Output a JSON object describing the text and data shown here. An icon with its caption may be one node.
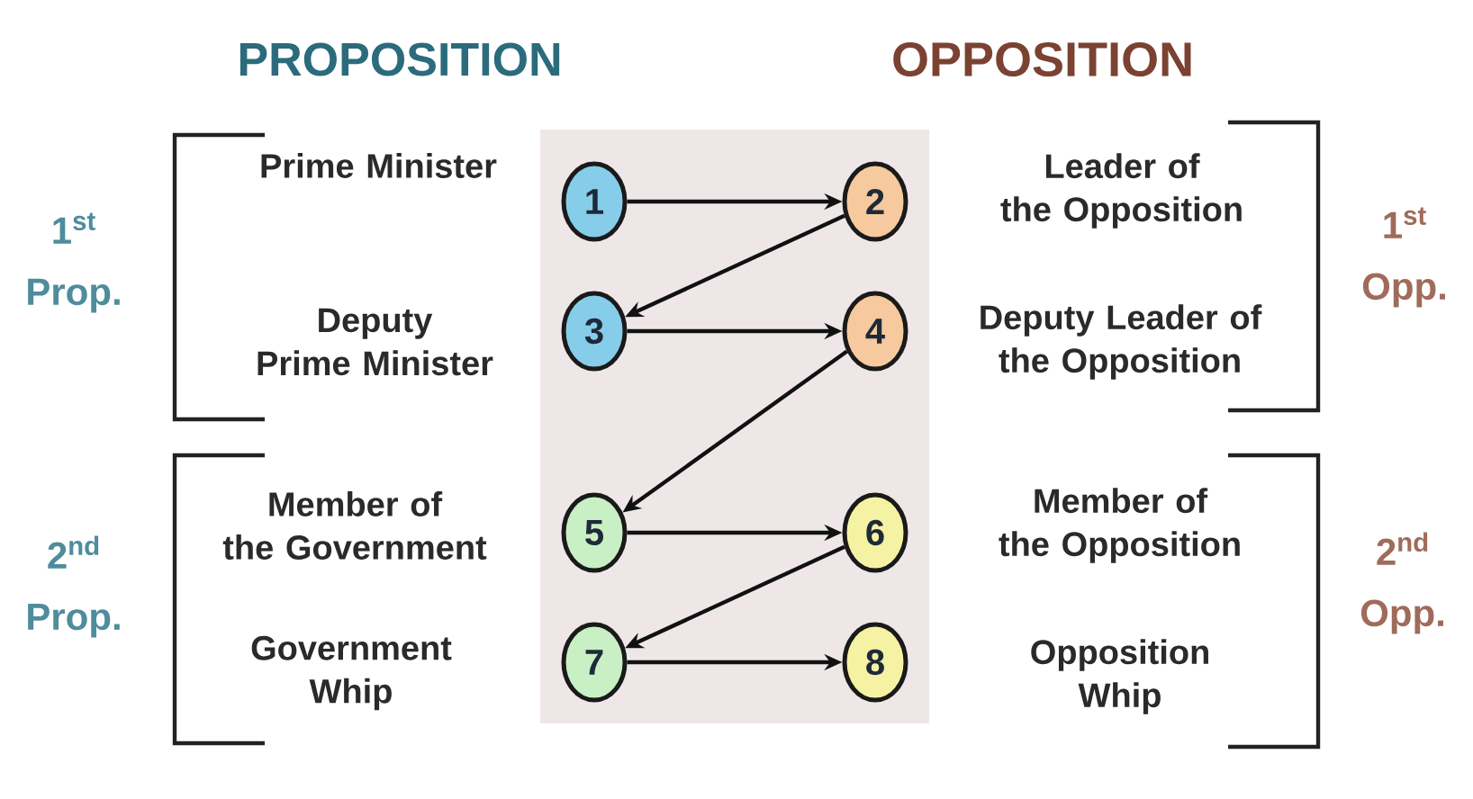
{
  "diagram": {
    "nodes": [
      {
        "text": [
          "1"
        ],
        "beside": [
          "Prime Minister"
        ]
      },
      {
        "text": [
          "2"
        ],
        "beside": [
          "Leader of the Opposition"
        ]
      },
      {
        "text": [
          "3"
        ],
        "beside": [
          "Deputy Prime Minister"
        ]
      },
      {
        "text": [
          "4"
        ],
        "beside": [
          "Deputy Leader of the Opposition"
        ]
      },
      {
        "text": [
          "5"
        ],
        "beside": [
          "Member of the Government"
        ]
      },
      {
        "text": [
          "6"
        ],
        "beside": [
          "Member of the Opposition"
        ]
      },
      {
        "text": [
          "7"
        ],
        "beside": [
          "Government Whip"
        ]
      },
      {
        "text": [
          "8"
        ],
        "beside": [
          "Opposition Whip"
        ]
      }
    ],
    "edges": [
      {
        "from": 0,
        "to": 1,
        "arrow": "to"
      },
      {
        "from": 1,
        "to": 2,
        "arrow": "to"
      },
      {
        "from": 2,
        "to": 3,
        "arrow": "to"
      },
      {
        "from": 3,
        "to": 4,
        "arrow": "to"
      },
      {
        "from": 4,
        "to": 5,
        "arrow": "to"
      },
      {
        "from": 5,
        "to": 6,
        "arrow": "to"
      },
      {
        "from": 6,
        "to": 7,
        "arrow": "to"
      }
    ],
    "labels": [
      "PROPOSITION",
      "OPPOSITION",
      "1$^{st}$ Prop.",
      "1$^{st}$ Opp.",
      "2$^{nd}$ Prop.",
      "2$^{nd}$ Opp."
    ]
  }
}
